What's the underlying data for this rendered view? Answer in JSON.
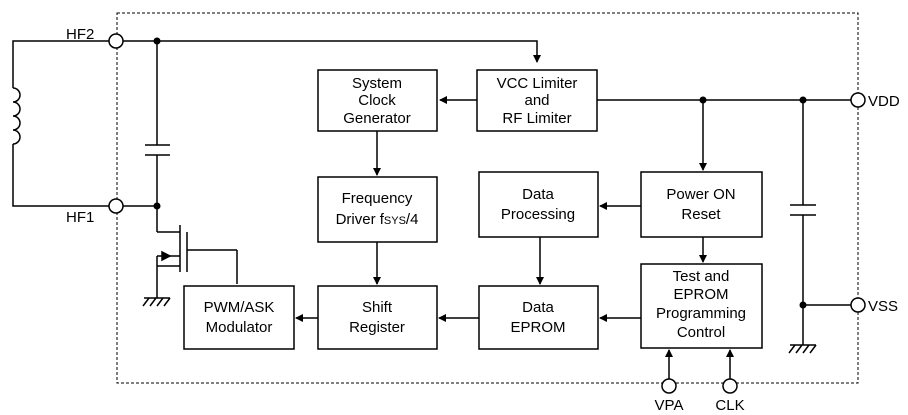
{
  "pins": {
    "hf2": "HF2",
    "hf1": "HF1",
    "vdd": "VDD",
    "vss": "VSS",
    "vpa": "VPA",
    "clk": "CLK"
  },
  "blocks": {
    "vcc_limiter": [
      "VCC Limiter",
      "and",
      "RF Limiter"
    ],
    "system_clock": [
      "System",
      "Clock",
      "Generator"
    ],
    "frequency_driver": {
      "line1": "Frequency",
      "line2_main": "Driver f",
      "line2_sub": "SYS",
      "line2_tail": "/4"
    },
    "data_processing": [
      "Data",
      "Processing"
    ],
    "power_on_reset": [
      "Power ON",
      "Reset"
    ],
    "test_eprom": [
      "Test and",
      "EPROM",
      "Programming",
      "Control"
    ],
    "data_eprom": [
      "Data",
      "EPROM"
    ],
    "shift_register": [
      "Shift",
      "Register"
    ],
    "pwm_ask": [
      "PWM/ASK",
      "Modulator"
    ]
  }
}
